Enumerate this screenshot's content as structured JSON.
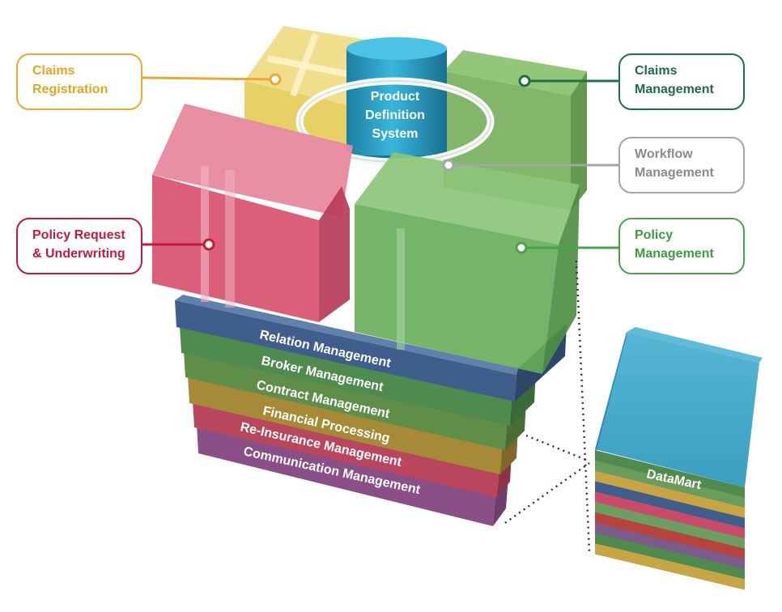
{
  "callouts": {
    "claims_registration": {
      "line1": "Claims",
      "line2": "Registration",
      "color": "#e8a31f"
    },
    "claims_management": {
      "line1": "Claims",
      "line2": "Management",
      "color": "#1d6e44"
    },
    "workflow_management": {
      "line1": "Workflow",
      "line2": "Management",
      "color": "#8a8a8a"
    },
    "policy_request": {
      "line1": "Policy Request",
      "line2": "& Underwriting",
      "color": "#c21a3b"
    },
    "policy_management": {
      "line1": "Policy",
      "line2": "Management",
      "color": "#3c9c3c"
    }
  },
  "product_definition": {
    "line1": "Product",
    "line2": "Definition",
    "line3": "System",
    "color": "#2aa0c6"
  },
  "layers": [
    {
      "label": "Relation Management",
      "color": "#3f5e8c"
    },
    {
      "label": "Broker Management",
      "color": "#4f8a4f"
    },
    {
      "label": "Contract Management",
      "color": "#5f8e48"
    },
    {
      "label": "Financial Processing",
      "color": "#a78a38"
    },
    {
      "label": "Re-Insurance Management",
      "color": "#b8475e"
    },
    {
      "label": "Communication Management",
      "color": "#8a4f86"
    }
  ],
  "cubes": {
    "yellow": "#e6cd5e",
    "red": "#d9516e",
    "green_back": "#77b05d",
    "green_front": "#67ac5a"
  },
  "datamart": {
    "label": "DataMart",
    "color": "#3fa6c6",
    "stripes": [
      "#4f8a4f",
      "#6a9d5d",
      "#c8a544",
      "#3f5e8c",
      "#c94b6a",
      "#6d9e61",
      "#b6443c",
      "#7c5b8a",
      "#4f8a4f",
      "#c8a544"
    ]
  }
}
